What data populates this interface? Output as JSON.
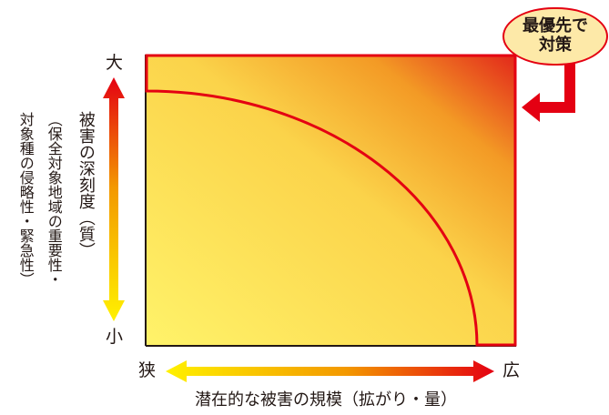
{
  "callout": {
    "line1": "最優先で",
    "line2": "対策"
  },
  "y_axis": {
    "top_label": "大",
    "bottom_label": "小",
    "title": "被害の深刻度（質）",
    "subtitle_line1": "（保全対象地域の重要性・",
    "subtitle_line2": "対象種の侵略性・緊急性）"
  },
  "x_axis": {
    "left_label": "狭",
    "right_label": "広",
    "title": "潜在的な被害の規模（拡がり・量）"
  },
  "colors": {
    "low": "#fff36a",
    "mid": "#f5a623",
    "high": "#e2261a",
    "border": "#e40012",
    "text": "#231815"
  }
}
